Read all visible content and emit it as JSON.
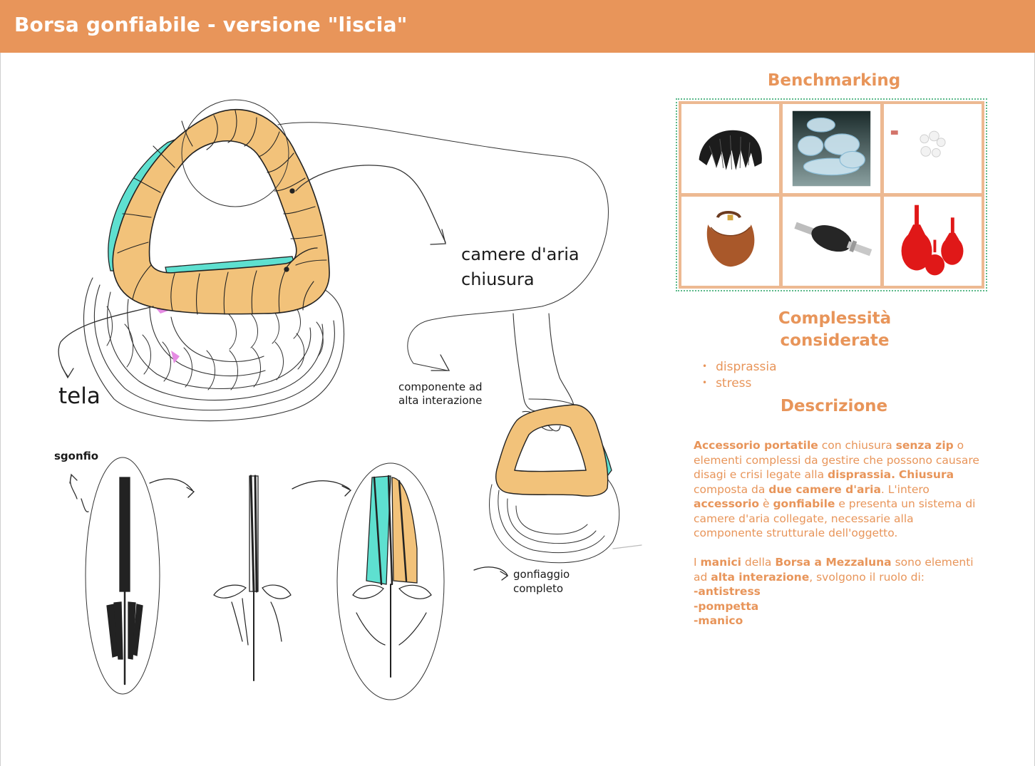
{
  "header": {
    "title": "Borsa gonfiabile - versione \"liscia\""
  },
  "sketch_labels": {
    "camere_line1": "camere d'aria",
    "camere_line2": "chiusura",
    "tela": "tela",
    "componente_line1": "componente ad",
    "componente_line2": "alta interazione",
    "sgonfio": "sgonfio",
    "gonfiaggio_line1": "gonfiaggio",
    "gonfiaggio_line2": "completo"
  },
  "benchmarking": {
    "title": "Benchmarking",
    "images": [
      "folding-helmet-image",
      "inflatable-transparent-chair-image",
      "small-transparent-objects-image",
      "half-moon-leather-bag-image",
      "hand-pump-bulb-image",
      "red-rubber-bulbs-image"
    ]
  },
  "complexity": {
    "title_line1": "Complessità",
    "title_line2": "considerate",
    "items": [
      "disprassia",
      "stress"
    ]
  },
  "description": {
    "title": "Descrizione",
    "p1": [
      {
        "t": "Accessorio portatile",
        "b": true
      },
      {
        "t": " con chiusura ",
        "b": false
      },
      {
        "t": "senza zip",
        "b": true
      },
      {
        "t": " o elementi complessi da gestire che possono causare disagi e crisi legate alla ",
        "b": false
      },
      {
        "t": "disprassia.",
        "b": true
      },
      {
        "t": " ",
        "b": false
      },
      {
        "t": "Chiusura",
        "b": true
      },
      {
        "t": " composta da ",
        "b": false
      },
      {
        "t": "due camere d'aria",
        "b": true
      },
      {
        "t": ". L'intero ",
        "b": false
      },
      {
        "t": "accessorio",
        "b": true
      },
      {
        "t": " è ",
        "b": false
      },
      {
        "t": "gonfiabile",
        "b": true
      },
      {
        "t": " e presenta un sistema di camere d'aria collegate, necessarie alla componente strutturale dell'oggetto.",
        "b": false
      }
    ],
    "p2": [
      {
        "t": "I ",
        "b": false
      },
      {
        "t": "manici",
        "b": true
      },
      {
        "t": " della ",
        "b": false
      },
      {
        "t": "Borsa a Mezzaluna",
        "b": true
      },
      {
        "t": " sono elementi ad ",
        "b": false
      },
      {
        "t": "alta interazione",
        "b": true
      },
      {
        "t": ", svolgono il ruolo di:",
        "b": false
      }
    ],
    "roles": [
      "-antistress",
      "-pompetta",
      "-manico"
    ]
  },
  "colors": {
    "accent": "#e8955a",
    "header_text": "#ffffff",
    "handle_fill": "#f2c27a",
    "closure_fill": "#5ee0d0",
    "tela_fill": "#e58be3",
    "bench_border": "#5bb98a"
  }
}
